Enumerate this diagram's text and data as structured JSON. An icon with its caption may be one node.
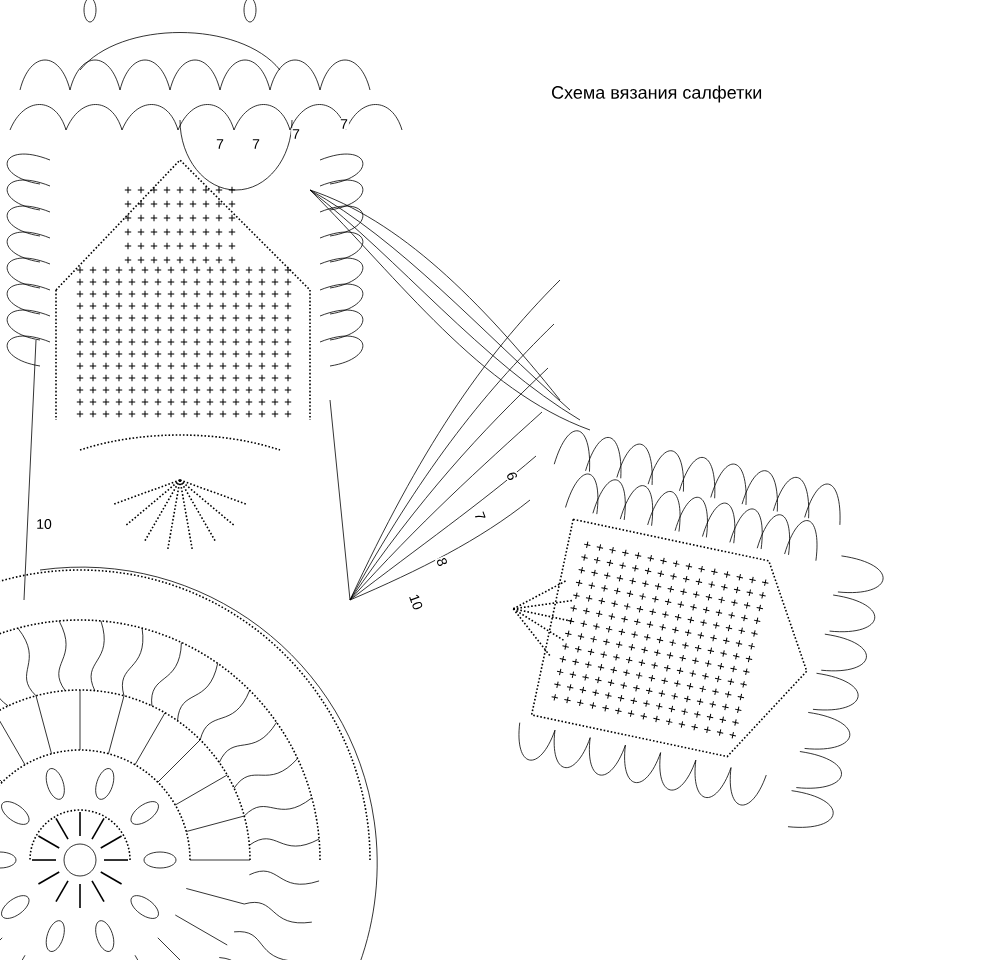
{
  "diagram": {
    "title": "Схема вязания салфетки",
    "labels": [
      "7",
      "7",
      "7",
      "7",
      "10",
      "6",
      "7",
      "8",
      "10"
    ]
  }
}
